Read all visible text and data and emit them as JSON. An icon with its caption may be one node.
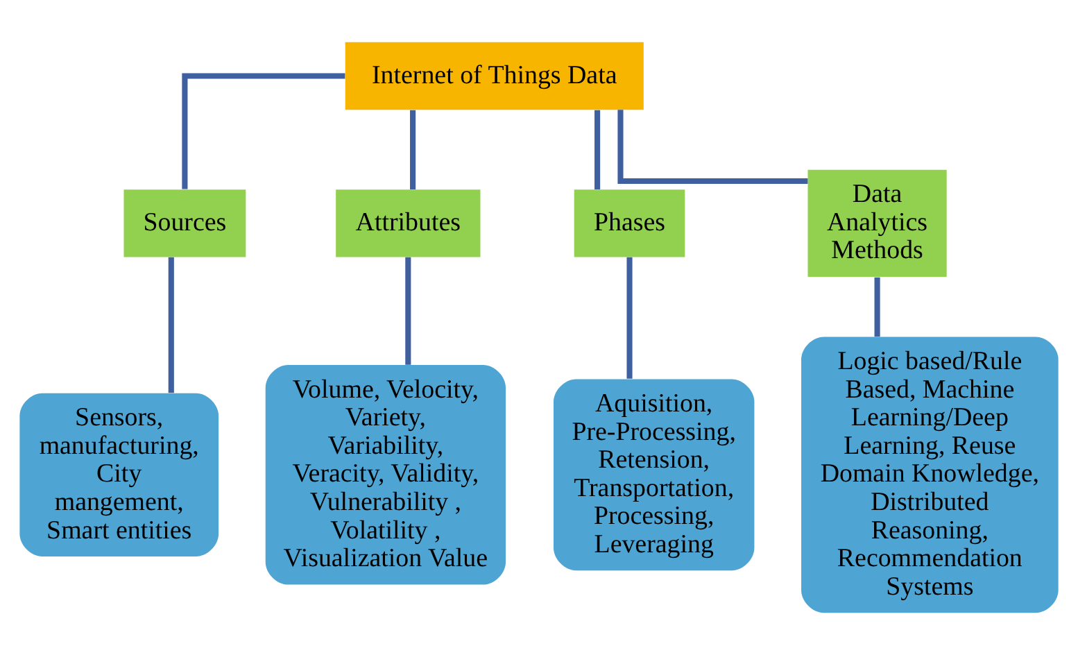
{
  "diagram": {
    "nodes": [
      {
        "text": [
          "Internet of Things Data"
        ]
      },
      {
        "text": [
          "Sources"
        ]
      },
      {
        "text": [
          "Attributes"
        ]
      },
      {
        "text": [
          "Phases"
        ]
      },
      {
        "text": [
          "Data Analytics Methods"
        ]
      },
      {
        "text": [
          "Sensors, manufacturing, City mangement, Smart entities"
        ]
      },
      {
        "text": [
          "Volume, Velocity, Variety, Variability, Veracity, Validity, Vulnerability , Volatility , Visualization Value"
        ]
      },
      {
        "text": [
          "Aquisition, Pre-Processing, Retension, Transportation, Processing, Leveraging"
        ]
      },
      {
        "text": [
          "Logic based/Rule Based, Machine Learning/Deep Learning, Reuse Domain Knowledge, Distributed Reasoning, Recommendation Systems"
        ]
      }
    ],
    "edges": [
      {
        "from": 0,
        "to": 1,
        "arrow": "none"
      },
      {
        "from": 0,
        "to": 2,
        "arrow": "none"
      },
      {
        "from": 0,
        "to": 3,
        "arrow": "none"
      },
      {
        "from": 0,
        "to": 4,
        "arrow": "none"
      },
      {
        "from": 1,
        "to": 5,
        "arrow": "none"
      },
      {
        "from": 2,
        "to": 6,
        "arrow": "none"
      },
      {
        "from": 3,
        "to": 7,
        "arrow": "none"
      },
      {
        "from": 4,
        "to": 8,
        "arrow": "none"
      }
    ]
  }
}
